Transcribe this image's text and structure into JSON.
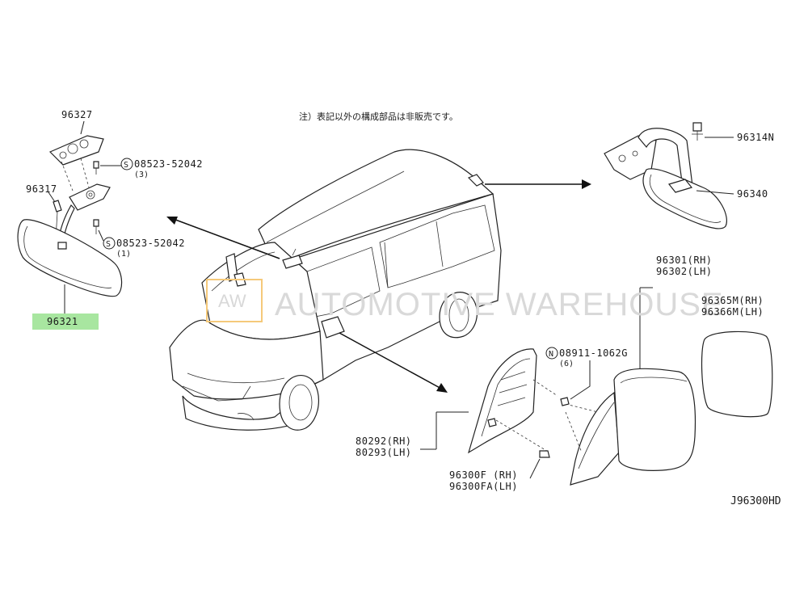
{
  "note": "注）表記以外の構成部品は非販売です。",
  "diagram_code": "J96300HD",
  "watermark": {
    "logo_text": "AW",
    "text": "AUTOMOTIVE WAREHOUSE",
    "logo_color": "#f5c97a"
  },
  "highlight_color": "#a8e6a0",
  "labels": {
    "p96327": "96327",
    "p08523_a": "08523-52042",
    "p08523_a_qty": "(3)",
    "p96317": "96317",
    "p08523_b": "08523-52042",
    "p08523_b_qty": "(1)",
    "p96321": "96321",
    "p96314n": "96314N",
    "p96340": "96340",
    "p96301": "96301(RH)",
    "p96302": "96302(LH)",
    "p96365m": "96365M(RH)",
    "p96366m": "96366M(LH)",
    "p08911": "08911-1062G",
    "p08911_qty": "(6)",
    "p80292": "80292(RH)",
    "p80293": "80293(LH)",
    "p96300f": "96300F (RH)",
    "p96300fa": "96300FA(LH)",
    "symbol_s": "S",
    "symbol_n": "N"
  }
}
